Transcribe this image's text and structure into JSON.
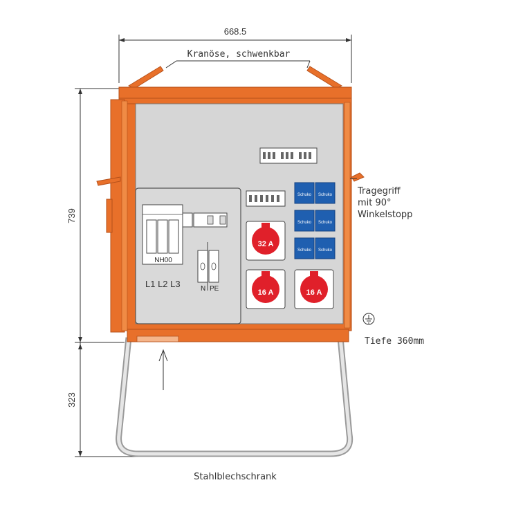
{
  "dimensions": {
    "width": "668.5",
    "height_cabinet": "739",
    "height_stand": "323"
  },
  "labels": {
    "kranoese": "Kranöse, schwenkbar",
    "tragegriff_line1": "Tragegriff",
    "tragegriff_line2": "mit 90°",
    "tragegriff_line3": "Winkelstopp",
    "tiefe": "Tiefe 360mm",
    "stahlblech": "Stahlblechschrank",
    "nh00": "NH00",
    "phases": "L1 L2 L3",
    "n": "N",
    "pe": "PE"
  },
  "sockets": {
    "cee_32": "32 A",
    "cee_16_left": "16 A",
    "cee_16_right": "16 A",
    "schuko": [
      "Schuko",
      "Schuko",
      "Schuko",
      "Schuko",
      "Schuko",
      "Schuko"
    ]
  },
  "colors": {
    "frame_orange": "#e8702a",
    "frame_dark": "#b5501a",
    "panel_grey": "#d6d6d6",
    "cee_red": "#e0202a",
    "schuko_blue": "#1f5fb0"
  }
}
